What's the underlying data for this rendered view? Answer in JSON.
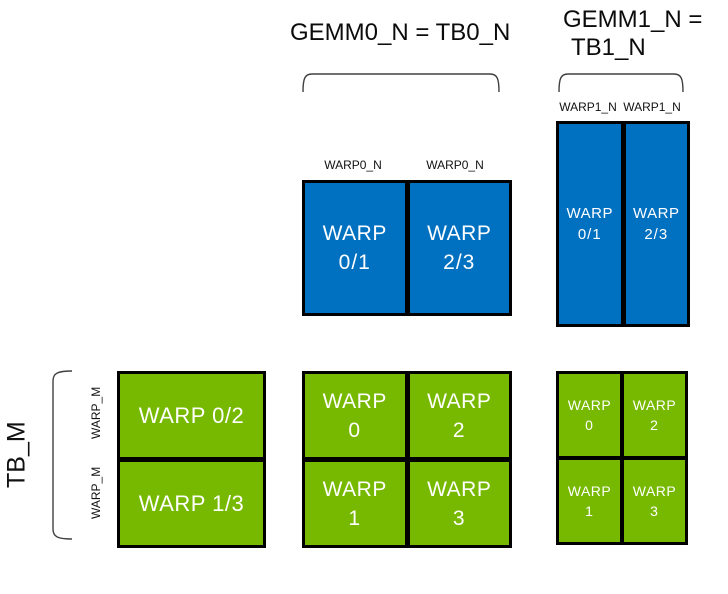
{
  "colors": {
    "blue": "#0070C0",
    "green": "#76B900",
    "border": "#000000",
    "bracket": "#404040",
    "ink": "#0b0b0b",
    "tile_text": "#FFFFFF"
  },
  "titles": {
    "gemm0_n": "GEMM0_N = TB0_N",
    "gemm1_n_line1": "GEMM1_N =",
    "gemm1_n_line2": "TB1_N"
  },
  "row_labels": {
    "tb_m": "TB_M",
    "warp_m_row0": "WARP_M",
    "warp_m_row1": "WARP_M"
  },
  "col_labels": {
    "gemm0_col0": "WARP0_N",
    "gemm0_col1": "WARP0_N",
    "gemm1_col0": "WARP1_N",
    "gemm1_col1": "WARP1_N"
  },
  "tiles": {
    "gemm0_b": {
      "cells": [
        {
          "line1": "WARP",
          "line2": "0/1"
        },
        {
          "line1": "WARP",
          "line2": "2/3"
        }
      ]
    },
    "gemm1_b": {
      "cells": [
        {
          "line1": "WARP",
          "line2": "0/1"
        },
        {
          "line1": "WARP",
          "line2": "2/3"
        }
      ]
    },
    "tb_a": {
      "cells": [
        {
          "label": "WARP 0/2"
        },
        {
          "label": "WARP 1/3"
        }
      ]
    },
    "gemm0_c": {
      "cells": [
        {
          "line1": "WARP",
          "line2": "0"
        },
        {
          "line1": "WARP",
          "line2": "2"
        },
        {
          "line1": "WARP",
          "line2": "1"
        },
        {
          "line1": "WARP",
          "line2": "3"
        }
      ]
    },
    "gemm1_c": {
      "cells": [
        {
          "line1": "WARP",
          "line2": "0"
        },
        {
          "line1": "WARP",
          "line2": "2"
        },
        {
          "line1": "WARP",
          "line2": "1"
        },
        {
          "line1": "WARP",
          "line2": "3"
        }
      ]
    }
  }
}
